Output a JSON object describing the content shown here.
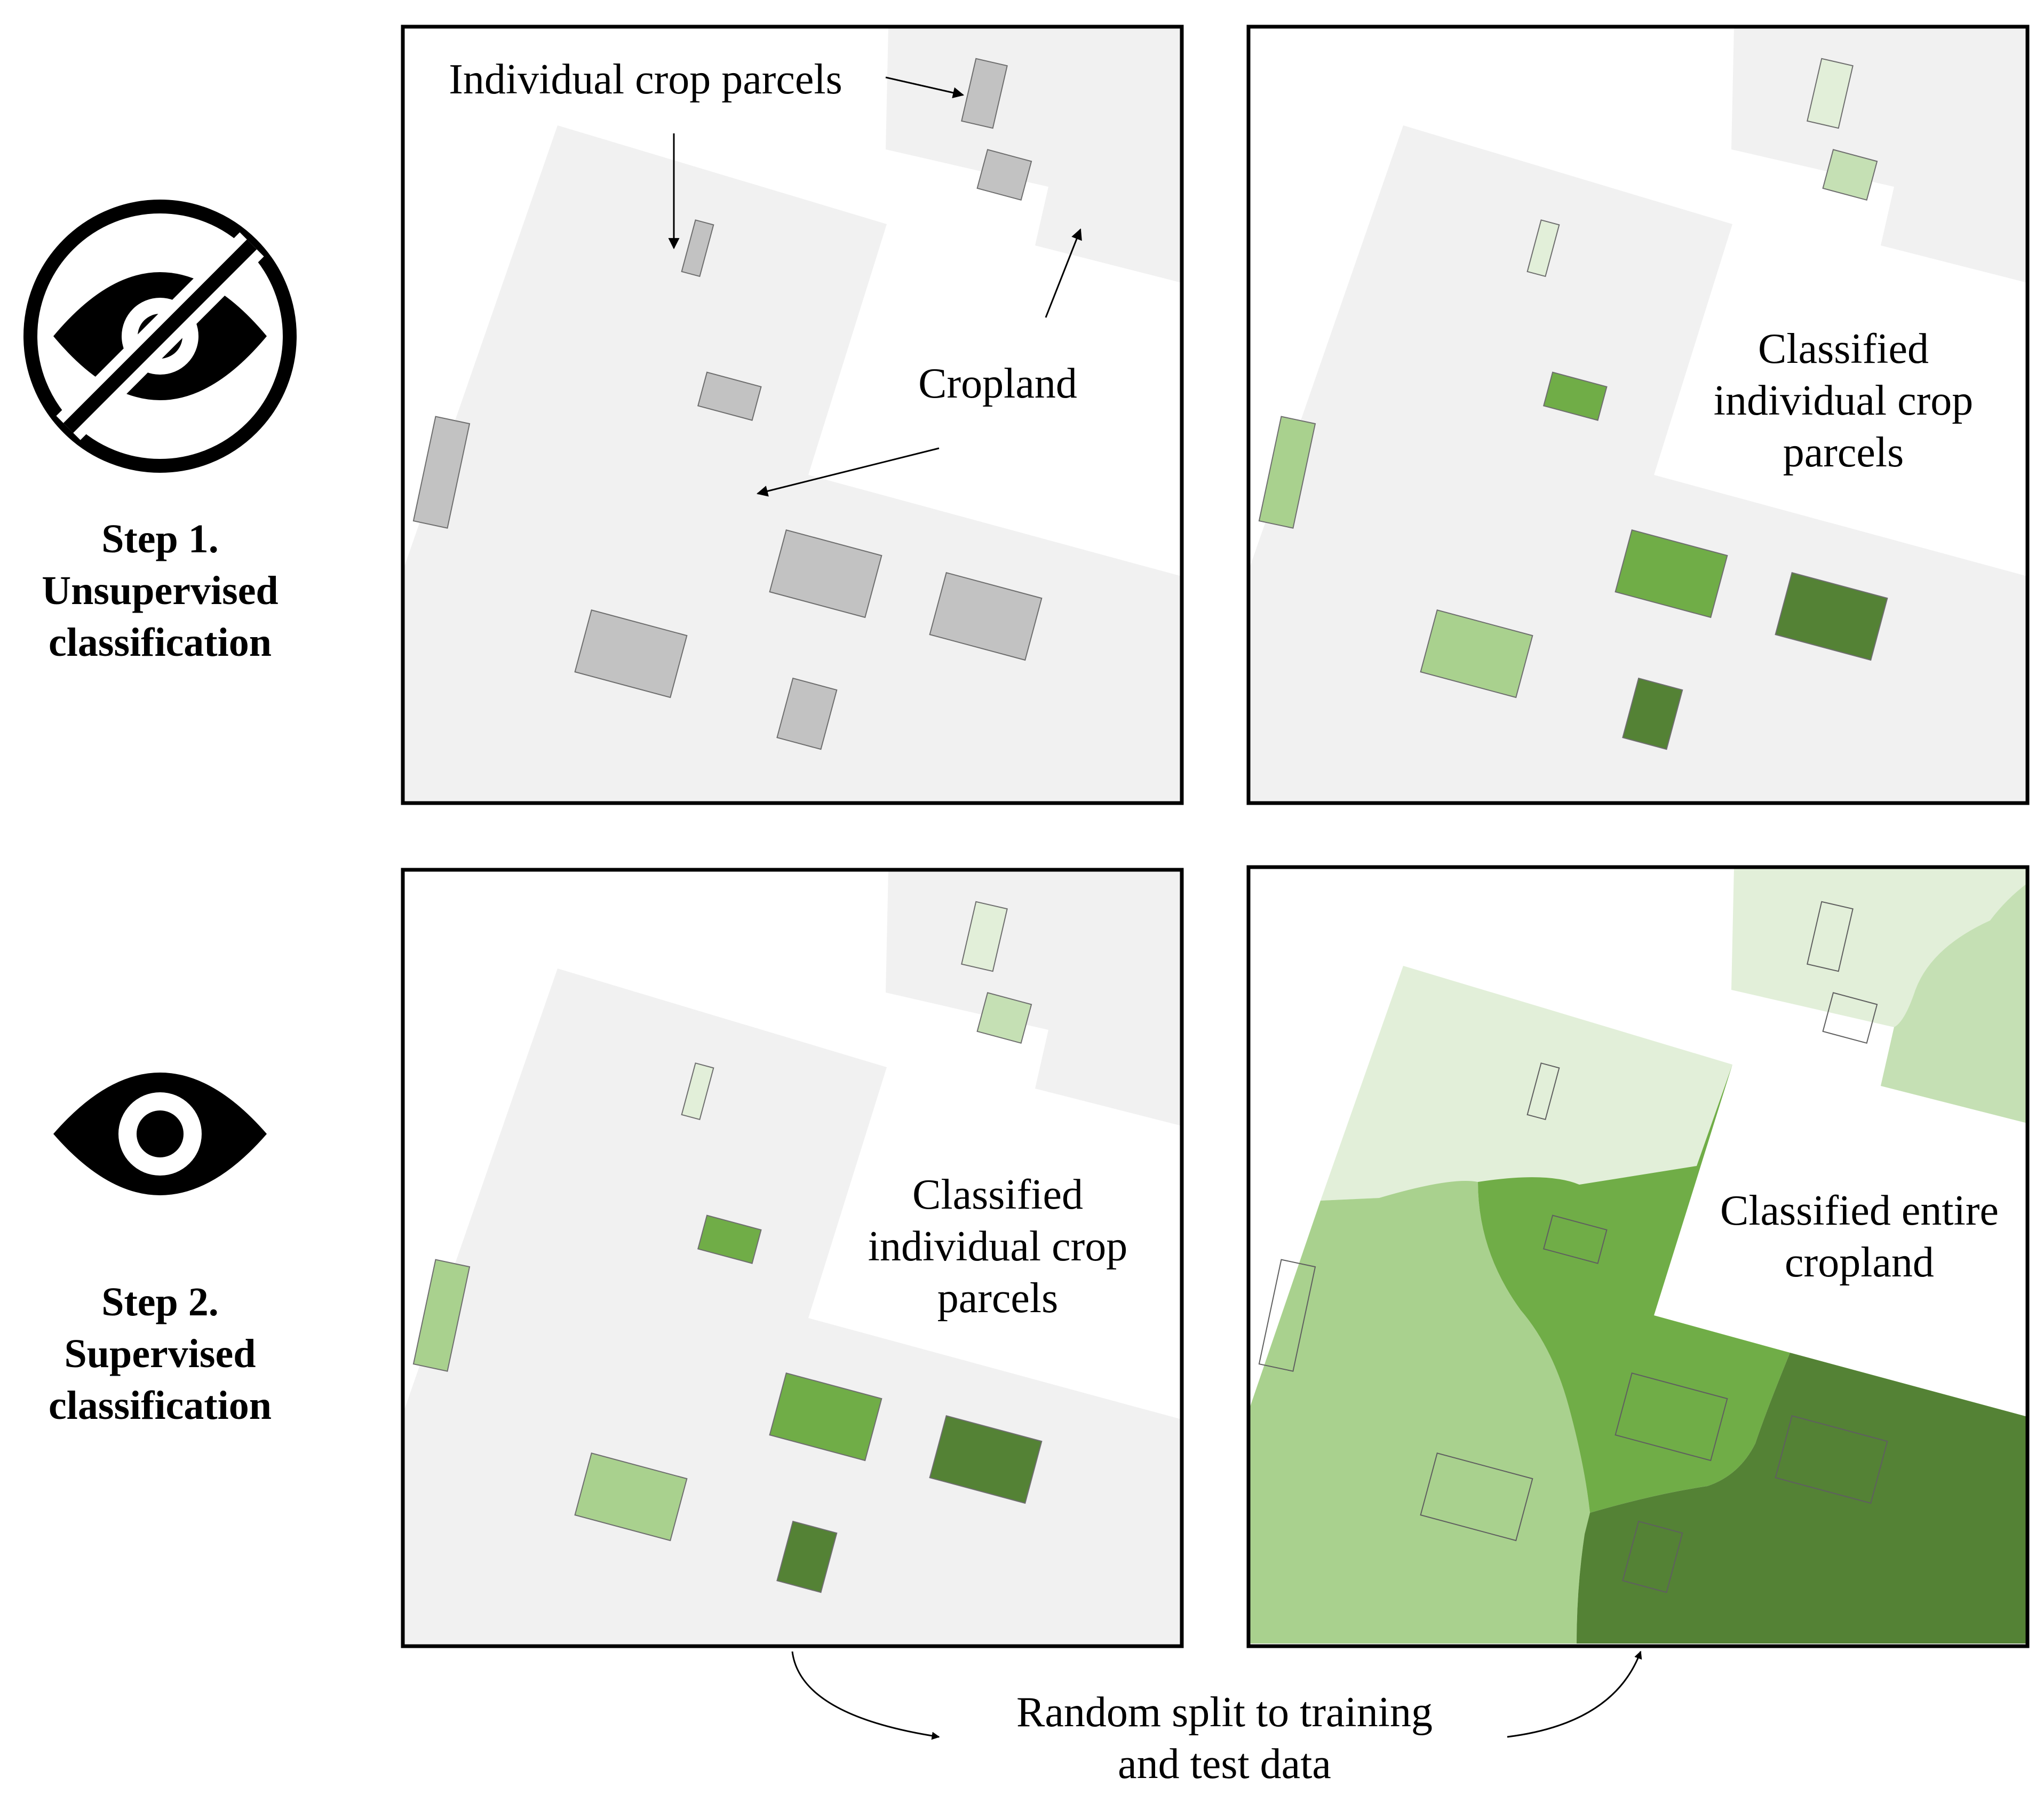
{
  "steps": [
    {
      "line1": "Step 1.",
      "line2": "Unsupervised",
      "line3": "classification",
      "icon": "eye-slash-icon"
    },
    {
      "line1": "Step 2.",
      "line2": "Supervised",
      "line3": "classification",
      "icon": "eye-icon"
    }
  ],
  "panels": {
    "top_left": {
      "label_parcels": "Individual crop parcels",
      "label_cropland": "Cropland"
    },
    "top_right": {
      "line1": "Classified",
      "line2": "individual crop",
      "line3": "parcels"
    },
    "bottom_left": {
      "line1": "Classified",
      "line2": "individual crop",
      "line3": "parcels"
    },
    "bottom_right": {
      "line1": "Classified entire",
      "line2": "cropland"
    }
  },
  "split_note": {
    "line1": "Random split to training",
    "line2": "and test data"
  },
  "colors": {
    "background": "#ffffff",
    "cropland_gray": "#f1f1f1",
    "parcel_gray": "#c2c2c2",
    "green_very_light": "#e2efd9",
    "green_light": "#c5e0b4",
    "green_medium_light": "#a9d18e",
    "green_medium": "#70ad47",
    "green_dark": "#548235",
    "outline": "#000000"
  }
}
